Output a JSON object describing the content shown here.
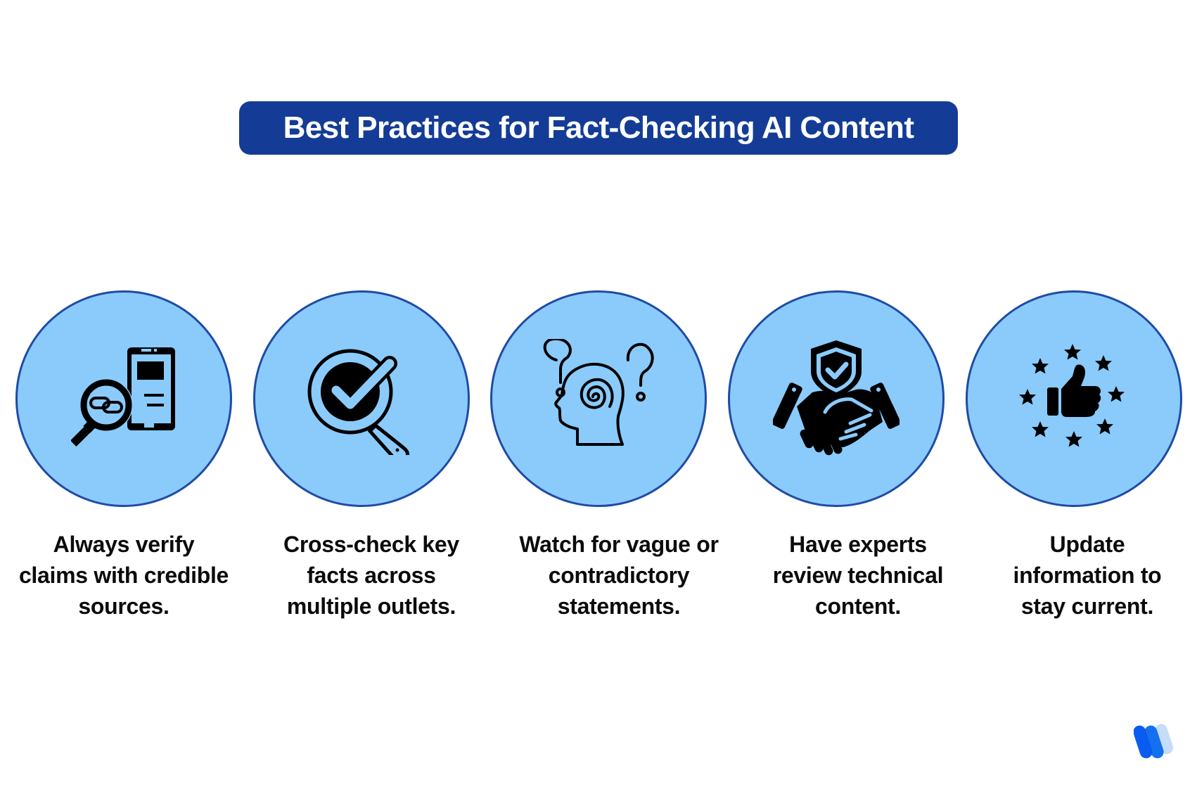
{
  "title": "Best Practices for Fact-Checking AI Content",
  "colors": {
    "banner_bg": "#143C96",
    "banner_text": "#FFFFFF",
    "circle_fill": "#8ACBFC",
    "circle_border": "#1F4BA5",
    "icon": "#000000",
    "caption_text": "#0B0B0B"
  },
  "practices": [
    {
      "icon": "magnifier-link-phone-icon",
      "lines": [
        "Always verify",
        "claims with credible",
        "sources."
      ]
    },
    {
      "icon": "magnifier-checkmark-icon",
      "lines": [
        "Cross-check key",
        "facts across",
        "multiple outlets."
      ]
    },
    {
      "icon": "confused-head-question-icon",
      "lines": [
        "Watch for vague or",
        "contradictory",
        "statements."
      ]
    },
    {
      "icon": "handshake-shield-check-icon",
      "lines": [
        "Have experts",
        "review technical",
        "content."
      ]
    },
    {
      "icon": "thumbs-up-stars-icon",
      "lines": [
        "Update",
        "information to",
        "stay current."
      ]
    }
  ],
  "logo": {
    "icon": "brand-logo-icon",
    "colors": [
      "#0A5CF0",
      "#1570F0",
      "#C5DCFA"
    ]
  }
}
